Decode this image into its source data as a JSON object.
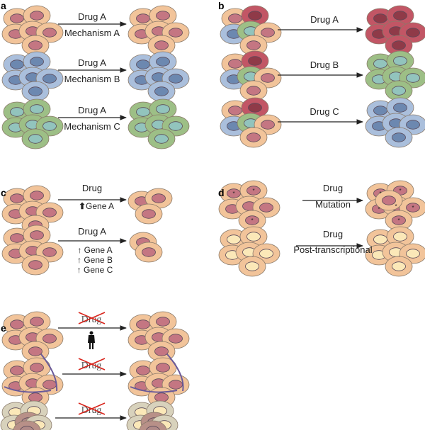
{
  "panels": {
    "a": {
      "label": "a",
      "rows": [
        {
          "drug": "Drug A",
          "note": "Mechanism A"
        },
        {
          "drug": "Drug A",
          "note": "Mechanism B"
        },
        {
          "drug": "Drug A",
          "note": "Mechanism C"
        }
      ]
    },
    "b": {
      "label": "b",
      "rows": [
        {
          "drug": "Drug A"
        },
        {
          "drug": "Drug B"
        },
        {
          "drug": "Drug C"
        }
      ]
    },
    "c": {
      "label": "c",
      "rows": [
        {
          "drug": "Drug",
          "genes": [
            "Gene A"
          ]
        },
        {
          "drug": "Drug A",
          "genes": [
            "Gene A",
            "Gene B",
            "Gene C"
          ]
        }
      ]
    },
    "d": {
      "label": "d",
      "rows": [
        {
          "drug": "Drug",
          "note": "Mutation"
        },
        {
          "drug": "Drug",
          "note": "Post-transcriptional"
        }
      ]
    },
    "e": {
      "label": "e",
      "rows": [
        {
          "drug": "Drug"
        },
        {
          "drug": "Drug"
        },
        {
          "drug": "Drug"
        }
      ]
    }
  },
  "colors": {
    "orange": "#f2c49a",
    "orange_nuc": "#c47682",
    "blue": "#aabfdc",
    "blue_nuc": "#6c88b0",
    "green": "#9dbf86",
    "green_nuc": "#92c4bd",
    "red": "#c25665",
    "red_nuc": "#8f3a48",
    "beige": "#d8d2bc",
    "beige_nuc": "#fbe8b8",
    "brown_nuc": "#b08a88",
    "ecm": "#6a5a9a",
    "cross": "#d9251c"
  }
}
